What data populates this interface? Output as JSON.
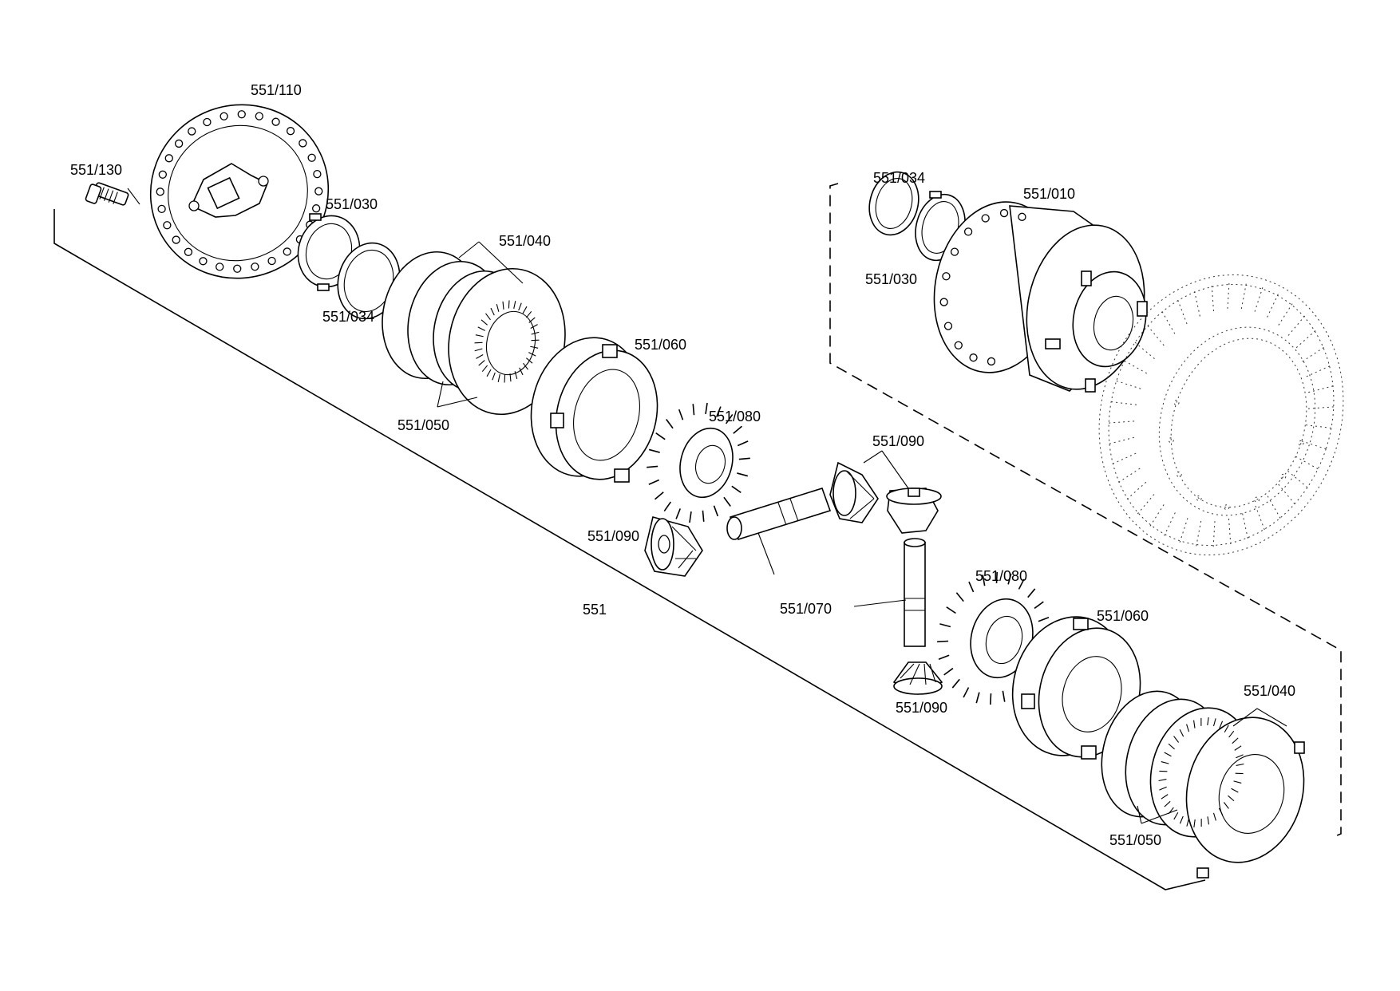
{
  "labels": {
    "p551_110": "551/110",
    "p551_130": "551/130",
    "p551_030_a": "551/030",
    "p551_034_a": "551/034",
    "p551_040_a": "551/040",
    "p551_050_a": "551/050",
    "p551_060_a": "551/060",
    "p551_080_a": "551/080",
    "p551_090_a": "551/090",
    "p551_090_b": "551/090",
    "p551_070": "551/070",
    "p551": "551",
    "p551_034_b": "551/034",
    "p551_010": "551/010",
    "p551_030_b": "551/030",
    "p551_080_b": "551/080",
    "p551_060_b": "551/060",
    "p551_090_c": "551/090",
    "p551_040_b": "551/040",
    "p551_050_b": "551/050"
  }
}
